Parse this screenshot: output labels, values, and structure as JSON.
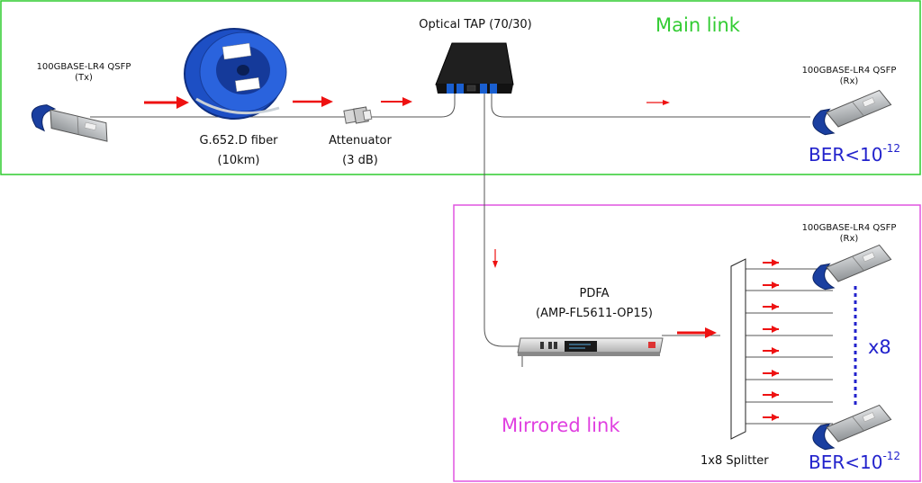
{
  "colors": {
    "main_box": "#2ecc2e",
    "mirror_box": "#e055e0",
    "main_title": "#33cc33",
    "mirror_title": "#e040e0",
    "arrow": "#ee1111",
    "ber_text": "#2222cc",
    "dots": "#2222cc",
    "fiber": "#555555",
    "transceiver_body": "#b8bcbf",
    "transceiver_tab": "#1a3fa0",
    "spool": "#1d4fc4"
  },
  "main_link": {
    "title": "Main link",
    "tx": {
      "line1": "100GBASE-LR4 QSFP",
      "line2": "(Tx)"
    },
    "fiber": {
      "line1": "G.652.D fiber",
      "line2": "(10km)"
    },
    "attenuator": {
      "line1": "Attenuator",
      "line2": "(3 dB)"
    },
    "tap": {
      "label": "Optical TAP (70/30)"
    },
    "rx": {
      "line1": "100GBASE-LR4 QSFP",
      "line2": "(Rx)"
    },
    "ber": {
      "base": "BER<10",
      "exp": "-12"
    }
  },
  "mirrored_link": {
    "title": "Mirrored link",
    "pdfa": {
      "line1": "PDFA",
      "line2": "(AMP-FL5611-OP15)"
    },
    "splitter": {
      "label": "1x8 Splitter"
    },
    "rx": {
      "line1": "100GBASE-LR4 QSFP",
      "line2": "(Rx)"
    },
    "count": "x8",
    "ber": {
      "base": "BER<10",
      "exp": "-12"
    }
  },
  "icons": [
    "transceiver-icon",
    "fiber-spool-icon",
    "attenuator-icon",
    "optical-tap-icon",
    "pdfa-amplifier-icon",
    "splitter-icon",
    "signal-arrow-icon"
  ]
}
